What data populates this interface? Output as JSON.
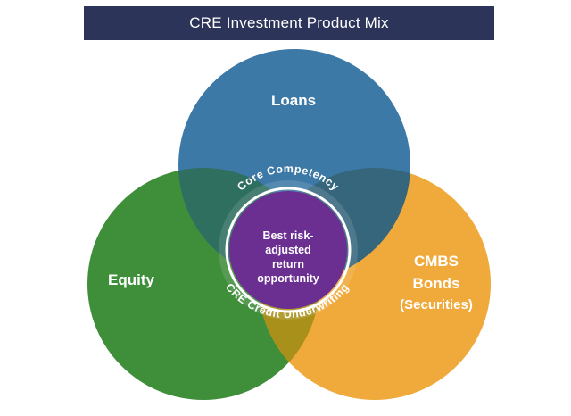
{
  "title": "CRE Investment Product Mix",
  "circles": {
    "loans": {
      "label": "Loans",
      "color": "#3d79a6"
    },
    "equity": {
      "label": "Equity",
      "color": "#3f8e3a"
    },
    "cmbs": {
      "line1": "CMBS",
      "line2": "Bonds",
      "line3": "(Securities)",
      "color": "#f0a93b"
    }
  },
  "center": {
    "lines": [
      "Best risk-",
      "adjusted",
      "return",
      "opportunity"
    ],
    "color": "#6b2e91"
  },
  "ring": {
    "top_text": "Core Competency",
    "bottom_text": "CRE Credit Underwriting"
  },
  "colors": {
    "title_bar": "#2d3459",
    "overlap_loans_equity": "#2e6f5f",
    "overlap_loans_cmbs": "#36667b",
    "overlap_equity_cmbs": "#a9901a",
    "ring": "#ffffff"
  }
}
